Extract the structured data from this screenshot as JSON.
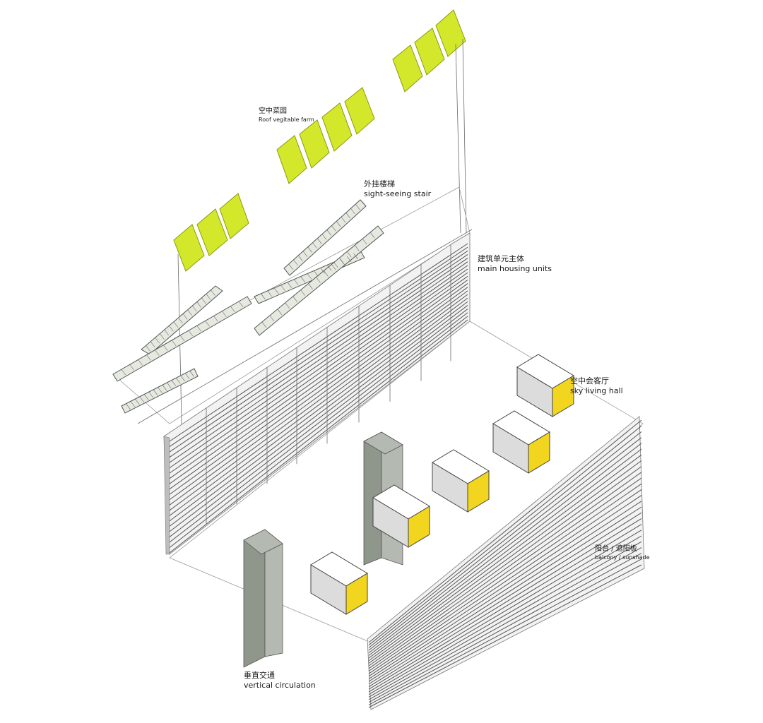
{
  "colors": {
    "farm": "#d4e82b",
    "farm_stroke": "#8a9a10",
    "hall_inner": "#f2d51e",
    "circulation": "#8f968c",
    "line": "#6b6b6b",
    "panel": "#f2f2f2"
  },
  "labels": {
    "roof_farm": {
      "zh": "空中菜园",
      "en": "Roof vegitable farm"
    },
    "stair": {
      "zh": "外挂楼梯",
      "en": "sight-seeing stair"
    },
    "housing": {
      "zh": "建筑单元主体",
      "en": "main housing units"
    },
    "living_hall": {
      "zh": "空中会客厅",
      "en": "sky living hall"
    },
    "balcony": {
      "zh": "阳台 / 遮阳板",
      "en": "balcony  / sunshade"
    },
    "circulation": {
      "zh": "垂直交通",
      "en": "vertical circulation"
    }
  }
}
